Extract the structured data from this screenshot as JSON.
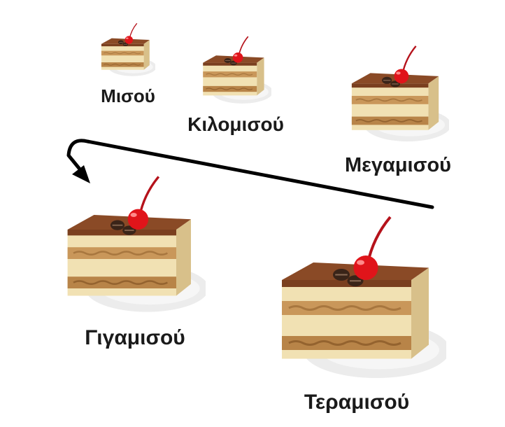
{
  "items": [
    {
      "id": "half",
      "label": "Μισού"
    },
    {
      "id": "kilo",
      "label": "Κιλομισού"
    },
    {
      "id": "mega",
      "label": "Μεγαμισού"
    },
    {
      "id": "giga",
      "label": "Γιγαμισού"
    },
    {
      "id": "tera",
      "label": "Τεραμισού"
    }
  ],
  "colors": {
    "cocoa": "#8a4a26",
    "cocoa_dark": "#6b3419",
    "cream": "#f3e3b8",
    "sponge": "#c99a5c",
    "cherry": "#e0141a",
    "coffee_bean": "#3a2418",
    "plate": "#ebebeb",
    "arrow": "#000000"
  }
}
